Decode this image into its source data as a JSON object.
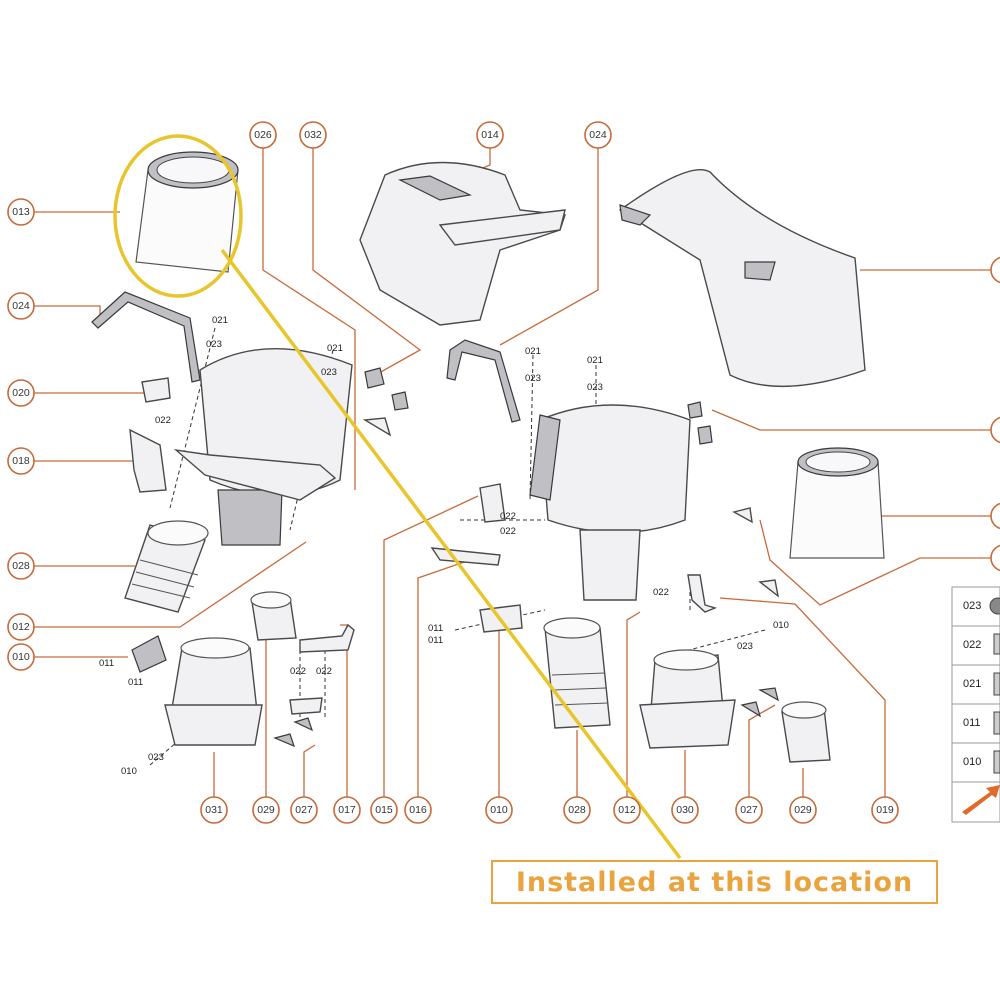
{
  "callouts": {
    "c013": "013",
    "c024a": "024",
    "c020": "020",
    "c018": "018",
    "c028a": "028",
    "c012a": "012",
    "c010a": "010",
    "c026": "026",
    "c032": "032",
    "c014": "014",
    "c024b": "024",
    "c031": "031",
    "c029a": "029",
    "c027a": "027",
    "c017": "017",
    "c015": "015",
    "c016": "016",
    "c010b": "010",
    "c028b": "028",
    "c012b": "012",
    "c030": "030",
    "c027b": "027",
    "c029b": "029",
    "c019": "019"
  },
  "part_labels": {
    "l021a": "021",
    "l023a": "023",
    "l022a": "022",
    "l021b": "021",
    "l023b": "023",
    "l021c": "021",
    "l023c": "023",
    "l021d": "021",
    "l023d": "023",
    "l022b": "022",
    "l022c": "022",
    "l011a": "011",
    "l011b": "011",
    "l011c": "011",
    "l011d": "011",
    "l022d": "022",
    "l022e": "022",
    "l023e": "023",
    "l010a": "010",
    "l022f": "022",
    "l023f": "023",
    "l010b": "010"
  },
  "legend": {
    "rows": [
      "023",
      "022",
      "021",
      "011",
      "010"
    ]
  },
  "install_note": "Installed at this location",
  "colors": {
    "callout": "#c86a3a",
    "highlight": "#e8c52a",
    "note": "#e9a43f",
    "arrow": "#e06a2a"
  }
}
